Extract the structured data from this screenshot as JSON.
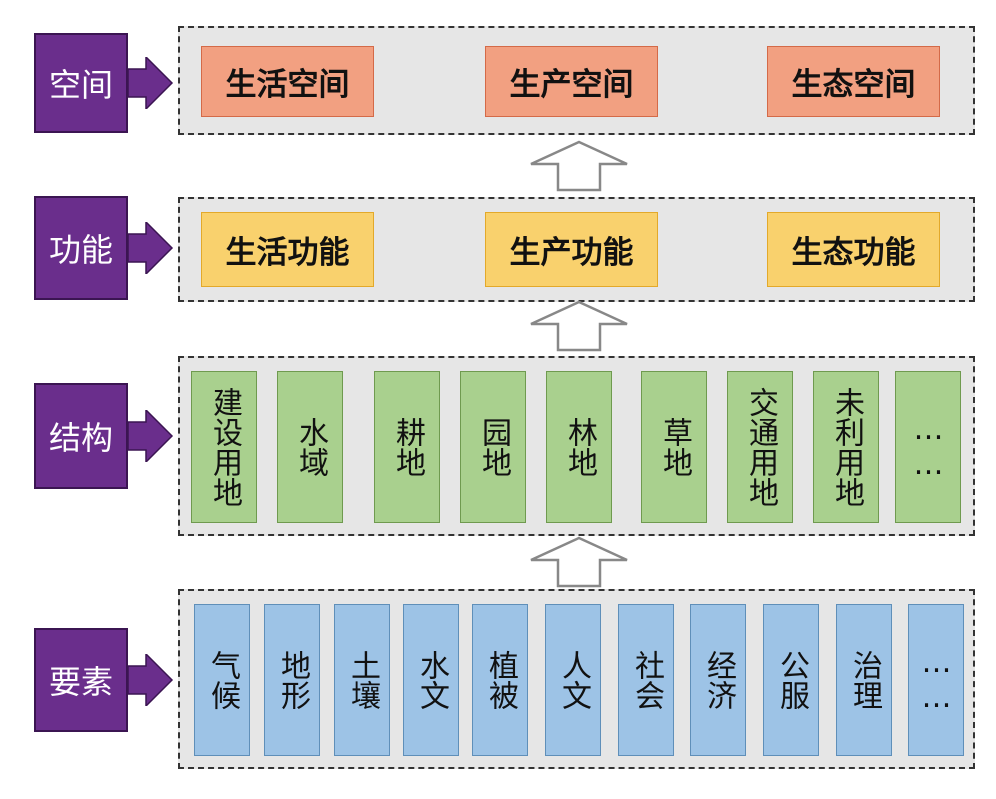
{
  "layers": [
    {
      "id": "space",
      "label": "空间",
      "items": [
        "生活空间",
        "生产空间",
        "生态空间"
      ]
    },
    {
      "id": "function",
      "label": "功能",
      "items": [
        "生活功能",
        "生产功能",
        "生态功能"
      ]
    },
    {
      "id": "structure",
      "label": "结构",
      "items": [
        "建设用地",
        "水域",
        "耕地",
        "园地",
        "林地",
        "草地",
        "交通用地",
        "未利用地",
        "……"
      ]
    },
    {
      "id": "elements",
      "label": "要素",
      "items": [
        "气候",
        "地形",
        "土壤",
        "水文",
        "植被",
        "人文",
        "社会",
        "经济",
        "公服",
        "治理",
        "……"
      ]
    }
  ],
  "colors": {
    "label": "#6a2e8c",
    "space": "#f2a081",
    "function": "#f9d16d",
    "structure": "#a9d08e",
    "elements": "#9dc3e6",
    "panel": "#e6e6e6"
  }
}
